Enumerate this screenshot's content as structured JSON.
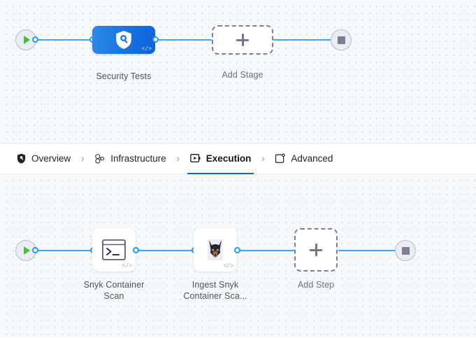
{
  "canvas": {
    "background_color": "#f7fafd",
    "dot_color": "#d3dbe3",
    "wire_color": "#40a5f2",
    "port_color": "#1f9cf0"
  },
  "stage_graph": {
    "start_node": {
      "name": "start",
      "icon": "play-icon"
    },
    "end_node": {
      "name": "end",
      "icon": "stop-icon"
    },
    "nodes": [
      {
        "id": "security-tests",
        "label": "Security Tests",
        "icon": "shield-search-icon",
        "badge": "</>",
        "type": "stage",
        "color": "#1673e0",
        "selected": true
      },
      {
        "id": "add-stage",
        "label": "Add Stage",
        "icon": "plus-icon",
        "type": "add-placeholder"
      }
    ]
  },
  "tabs": {
    "items": [
      {
        "label": "Overview",
        "icon": "shield-icon",
        "active": false
      },
      {
        "label": "Infrastructure",
        "icon": "infrastructure-nodes-icon",
        "active": false
      },
      {
        "label": "Execution",
        "icon": "play-box-icon",
        "active": true
      },
      {
        "label": "Advanced",
        "icon": "settings-box-icon",
        "active": false
      }
    ],
    "separator": "›",
    "active_underline_color": "#1665c1"
  },
  "step_graph": {
    "start_node": {
      "name": "start",
      "icon": "play-icon"
    },
    "end_node": {
      "name": "end",
      "icon": "stop-icon"
    },
    "nodes": [
      {
        "id": "snyk-container-scan",
        "label_line1": "Snyk Container",
        "label_line2": "Scan",
        "icon": "terminal-icon",
        "badge": "</>",
        "type": "step"
      },
      {
        "id": "ingest-snyk-container-scan",
        "label_line1": "Ingest Snyk",
        "label_line2": "Container Sca...",
        "icon": "doberman-dog-icon",
        "badge": "</>",
        "type": "step"
      },
      {
        "id": "add-step",
        "label_line1": "Add Step",
        "label_line2": "",
        "icon": "plus-icon",
        "type": "add-placeholder"
      }
    ]
  }
}
